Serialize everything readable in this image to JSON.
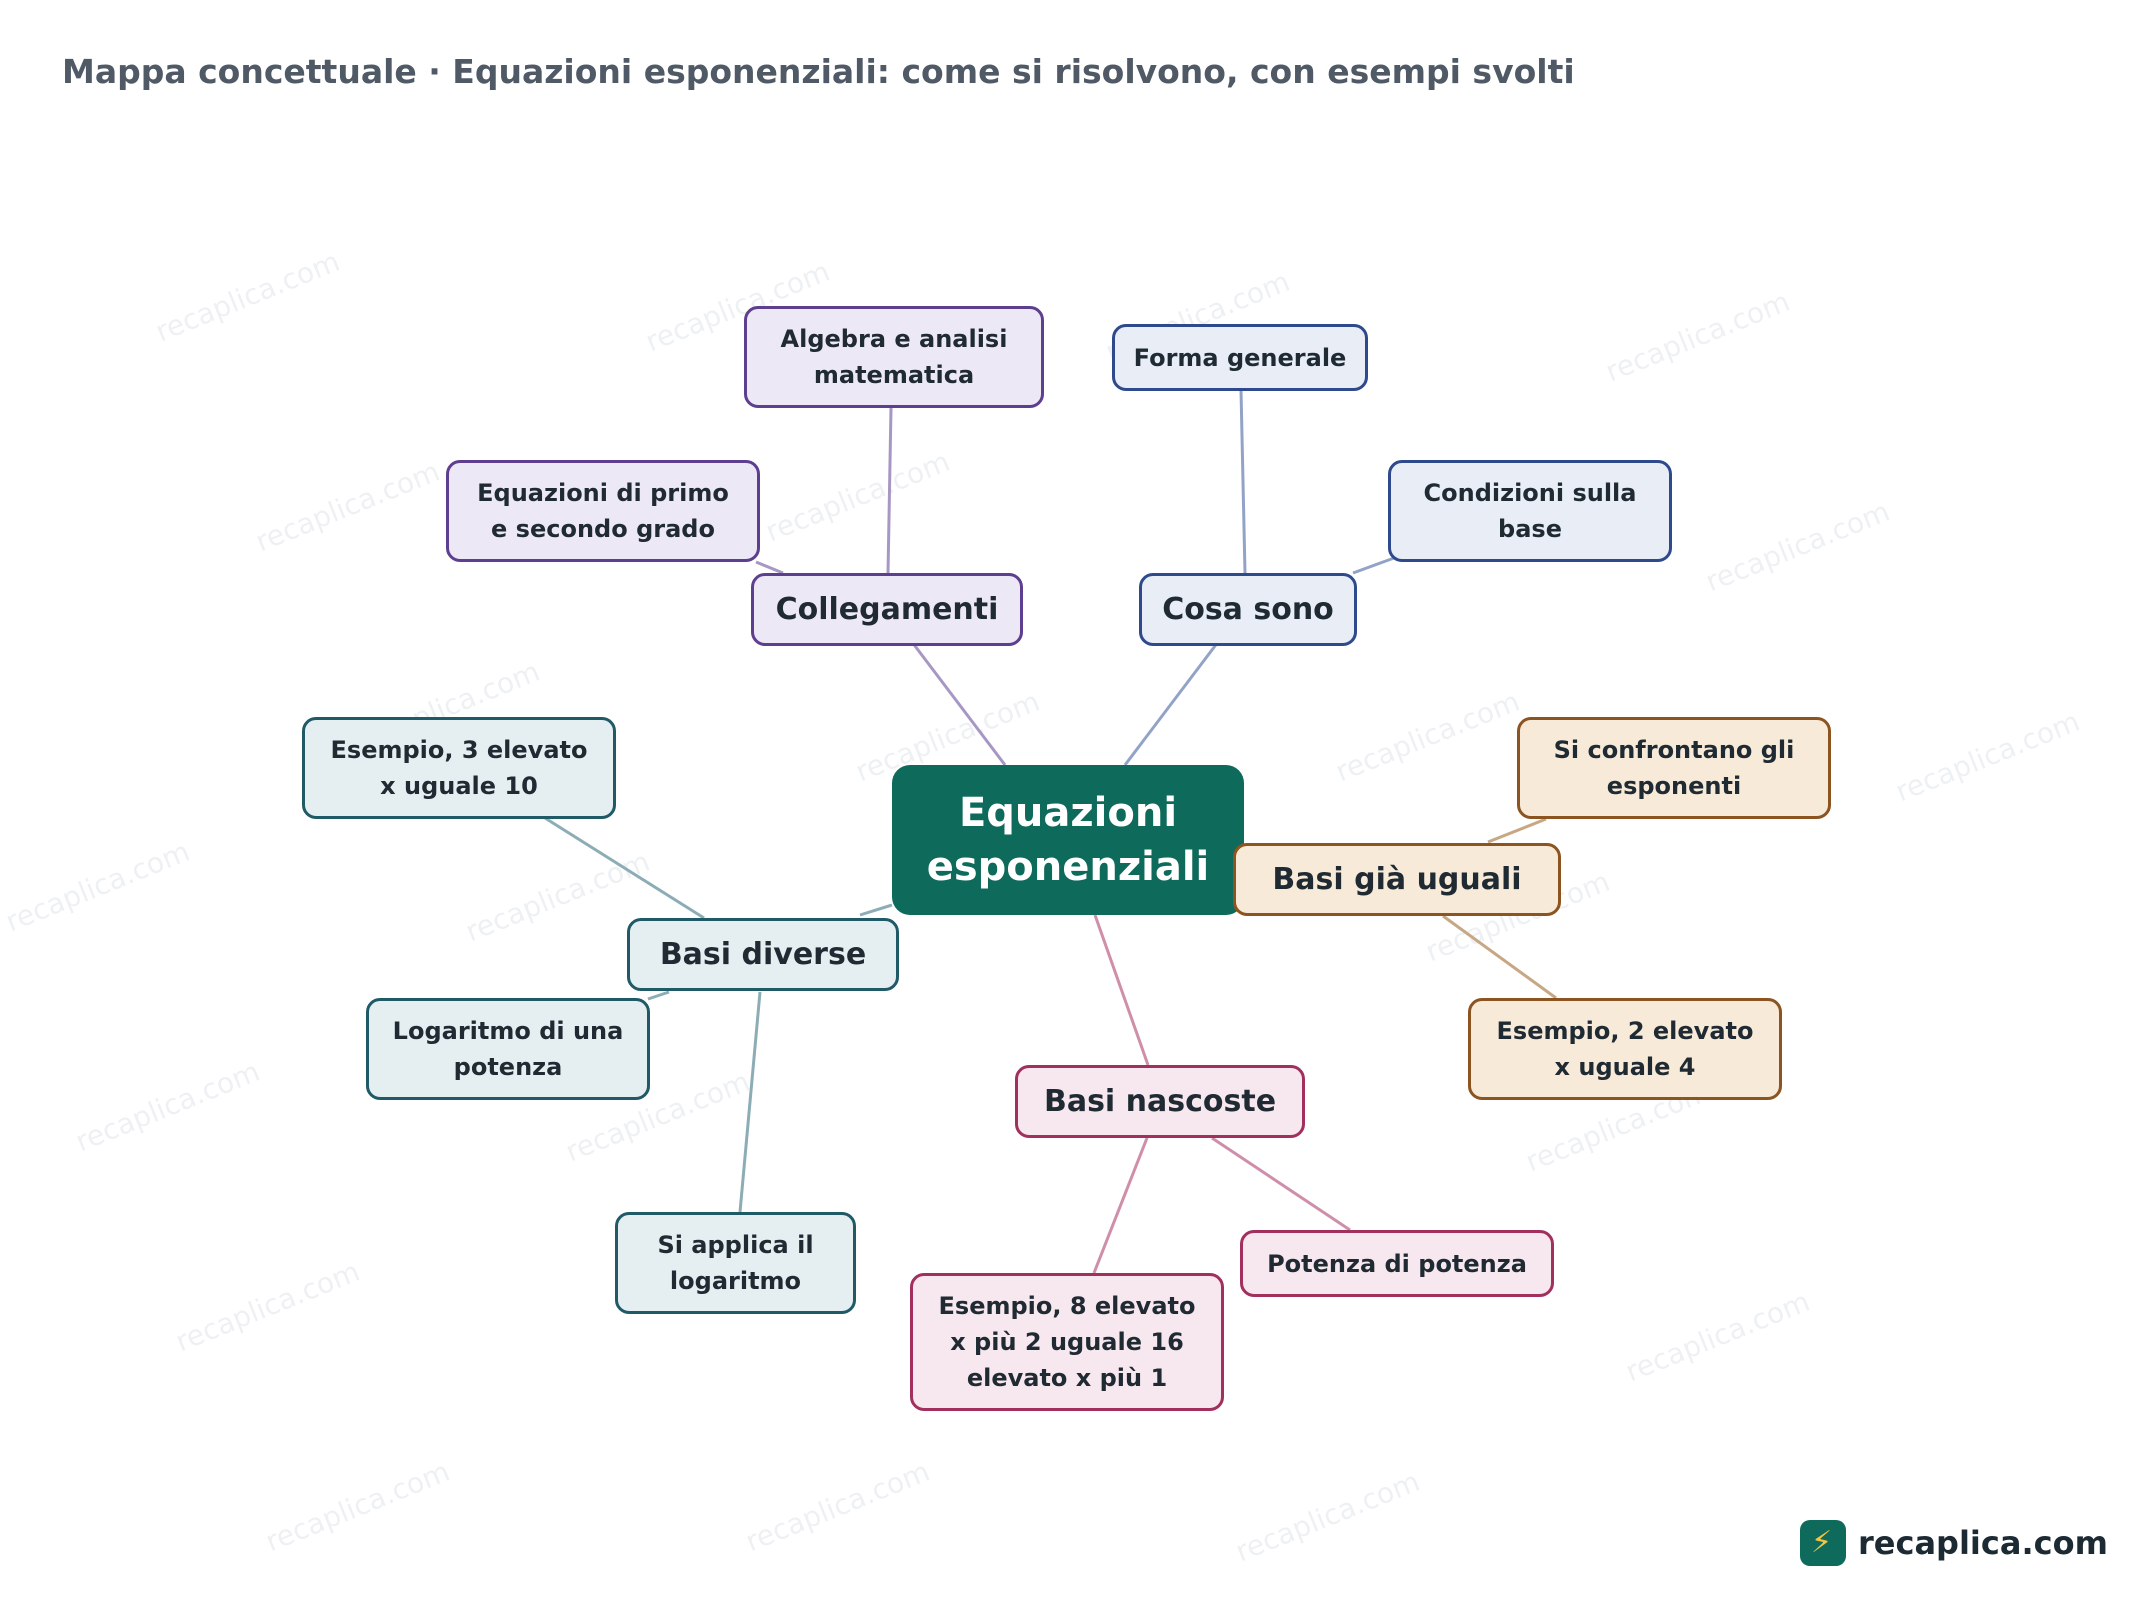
{
  "title": "Mappa concettuale · Equazioni esponenziali: come si risolvono, con esempi svolti",
  "watermark": "recaplica.com",
  "center": {
    "label_line1": "Equazioni",
    "label_line2": "esponenziali"
  },
  "branches": {
    "collegamenti": {
      "label": "Collegamenti",
      "leaves": [
        {
          "line1": "Algebra e analisi",
          "line2": "matematica"
        },
        {
          "line1": "Equazioni di primo",
          "line2": "e secondo grado"
        }
      ]
    },
    "cosa_sono": {
      "label": "Cosa sono",
      "leaves": [
        {
          "line1": "Forma generale"
        },
        {
          "line1": "Condizioni sulla",
          "line2": "base"
        }
      ]
    },
    "basi_uguali": {
      "label": "Basi già uguali",
      "leaves": [
        {
          "line1": "Si confrontano gli",
          "line2": "esponenti"
        },
        {
          "line1": "Esempio, 2 elevato",
          "line2": "x uguale 4"
        }
      ]
    },
    "basi_nascoste": {
      "label": "Basi nascoste",
      "leaves": [
        {
          "line1": "Potenza di potenza"
        },
        {
          "line1": "Esempio, 8 elevato",
          "line2": "x più 2 uguale 16",
          "line3": "elevato x più 1"
        }
      ]
    },
    "basi_diverse": {
      "label": "Basi diverse",
      "leaves": [
        {
          "line1": "Esempio, 3 elevato",
          "line2": "x uguale 10"
        },
        {
          "line1": "Logaritmo di una",
          "line2": "potenza"
        },
        {
          "line1": "Si applica il",
          "line2": "logaritmo"
        }
      ]
    }
  },
  "colors": {
    "center": "#0e6b5b",
    "collegamenti": "#5e3f8f",
    "cosa_sono": "#2f4a8c",
    "basi_uguali": "#8c5420",
    "basi_nascoste": "#a1305f",
    "basi_diverse": "#1f5a66"
  },
  "logo": {
    "text": "recaplica.com"
  }
}
